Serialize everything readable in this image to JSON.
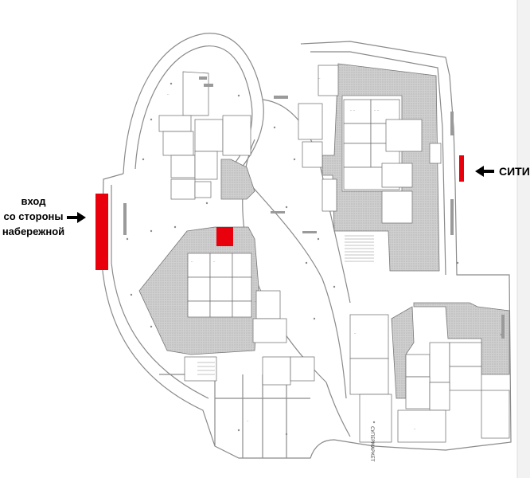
{
  "labels": {
    "embankment_entrance": [
      "вход",
      "со стороны",
      "набережной"
    ],
    "city_entrance": "СИТИ",
    "supermarket": "СУПЕРМАРКЕТ"
  },
  "colors": {
    "entrance_marker": "#e8000c",
    "hatched_core": "#c9c9c9",
    "line": "#8a8a8a",
    "dark_line": "#555555"
  }
}
